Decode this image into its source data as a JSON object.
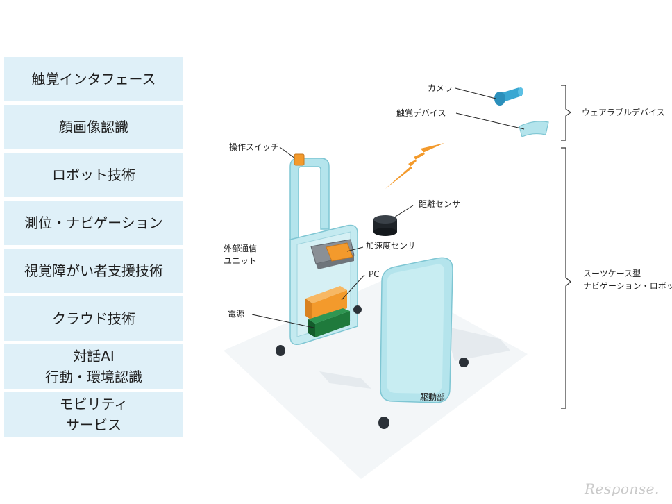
{
  "tech_list": [
    {
      "label": "触覚インタフェース"
    },
    {
      "label": "顔画像認識"
    },
    {
      "label": "ロボット技術"
    },
    {
      "label": "測位・ナビゲーション"
    },
    {
      "label": "視覚障がい者支援技術"
    },
    {
      "label": "クラウド技術"
    },
    {
      "label": "対話AI\n行動・環境認識"
    },
    {
      "label": "モビリティ\nサービス"
    }
  ],
  "diagram": {
    "labels": {
      "camera": "カメラ",
      "haptic_device": "触覚デバイス",
      "switch": "操作スイッチ",
      "distance_sensor": "距離センサ",
      "comm_unit_line1": "外部通信",
      "comm_unit_line2": "ユニット",
      "accel_sensor": "加速度センサ",
      "pc": "PC",
      "power": "電源",
      "drive": "駆動部"
    },
    "groups": {
      "wearable": "ウェアラブルデバイス",
      "robot_line1": "スーツケース型",
      "robot_line2": "ナビゲーション・ロボット"
    }
  },
  "colors": {
    "panel": "#dff0f8",
    "suitcase": "#b4e4ec",
    "suitcase_edge": "#7fc6d3",
    "orange": "#f39a2c",
    "green": "#1f7a3c",
    "camera_blue": "#3aa7d2"
  },
  "watermark": "Response."
}
